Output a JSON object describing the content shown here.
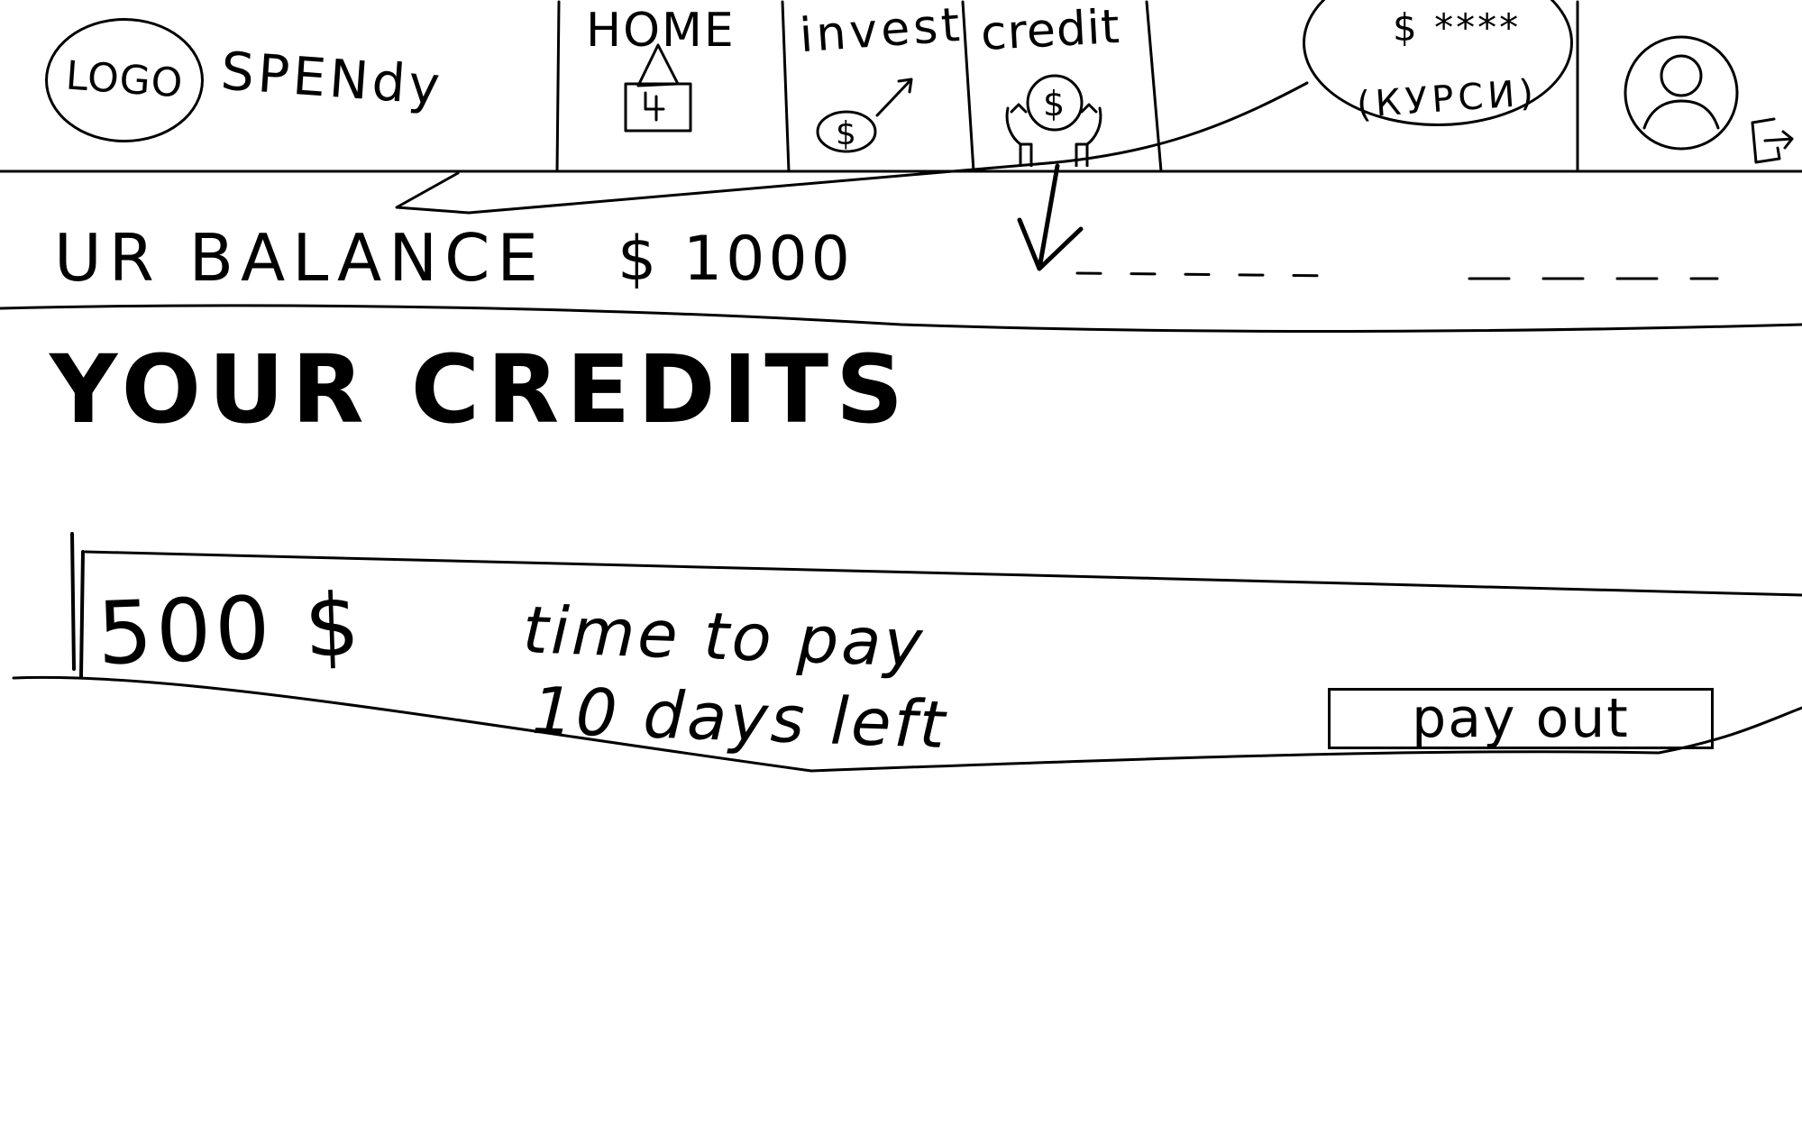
{
  "header": {
    "logo_text": "LOGO",
    "app_name": "SPENdy",
    "nav": [
      {
        "label": "HOME",
        "icon": "house-icon"
      },
      {
        "label": "invest",
        "icon": "coin-growth-icon"
      },
      {
        "label": "credit",
        "icon": "hands-holding-coin-icon"
      }
    ],
    "card": {
      "amount": "$ ****",
      "link_label": "(КУРСИ)"
    },
    "avatar_icon": "user-avatar-icon",
    "logout_icon": "logout-icon"
  },
  "balance": {
    "label": "UR BALANCE",
    "amount": "$ 1000"
  },
  "credits": {
    "title": "YOUR CREDITS",
    "items": [
      {
        "amount": "500 $",
        "time_label": "time to pay",
        "time_value": "10 days left",
        "button_label": "pay out"
      }
    ]
  }
}
